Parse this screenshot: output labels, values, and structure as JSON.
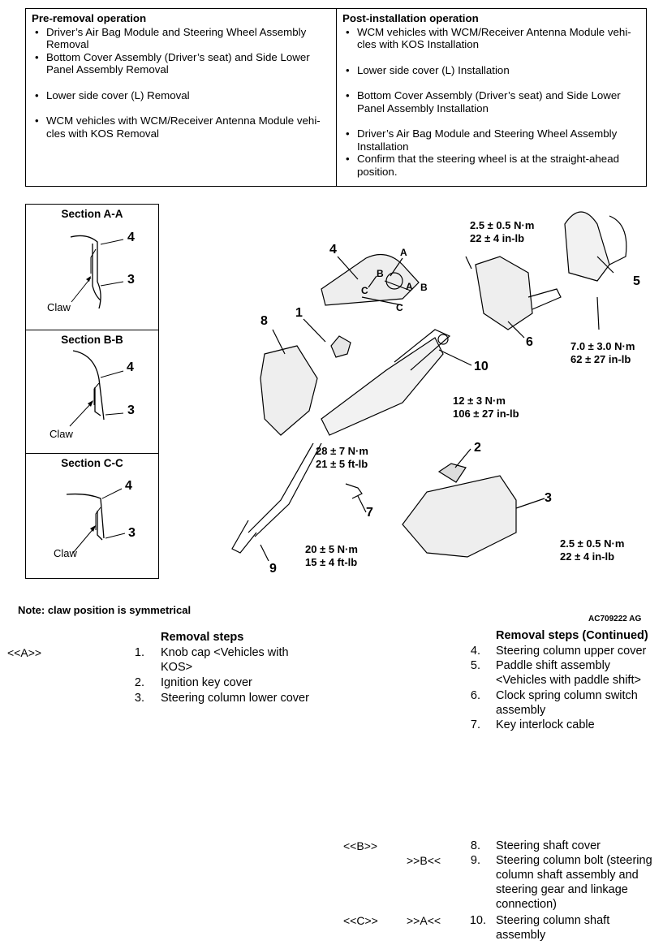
{
  "operations": {
    "pre_header": "Pre-removal operation",
    "pre_items": [
      "Driver’s Air Bag Module and Steering Wheel Assembly Removal",
      "Bottom Cover Assembly (Driver’s seat) and Side Lower Panel Assembly Removal",
      "Lower side cover (L) Removal",
      "WCM vehicles with WCM/Receiver Antenna Module vehi-cles with KOS Removal"
    ],
    "post_header": "Post-installation operation",
    "post_items": [
      "WCM vehicles with WCM/Receiver Antenna Module vehi-cles with KOS Installation",
      "Lower side cover (L) Installation",
      "Bottom Cover Assembly (Driver’s seat) and Side Lower Panel Assembly Installation",
      "Driver’s Air Bag Module and Steering Wheel Assembly Installation",
      "Confirm that the steering wheel is at the straight-ahead position."
    ]
  },
  "sections": [
    {
      "title": "Section A-A",
      "upper": "4",
      "lower": "3",
      "claw": "Claw"
    },
    {
      "title": "Section B-B",
      "upper": "4",
      "lower": "3",
      "claw": "Claw"
    },
    {
      "title": "Section C-C",
      "upper": "4",
      "lower": "3",
      "claw": "Claw"
    }
  ],
  "diagram": {
    "labels": [
      "1",
      "2",
      "3",
      "4",
      "5",
      "6",
      "7",
      "8",
      "9",
      "10"
    ],
    "arrows": [
      "A",
      "A",
      "B",
      "B",
      "C",
      "C"
    ],
    "torques": {
      "t1": [
        "2.5 ± 0.5 N·m",
        "22 ± 4 in-lb"
      ],
      "t2": [
        "7.0 ± 3.0 N·m",
        "62 ± 27 in-lb"
      ],
      "t3": [
        "12 ± 3 N·m",
        "106 ± 27 in-lb"
      ],
      "t4": [
        "28 ± 7 N·m",
        "21 ± 5 ft-lb"
      ],
      "t5": [
        "2.5 ± 0.5 N·m",
        "22 ± 4 in-lb"
      ],
      "t6": [
        "20 ± 5 N·m",
        "15 ± 4 ft-lb"
      ]
    }
  },
  "note": "Note: claw position is symmetrical",
  "figure_code": "AC709222 AG",
  "removal_left": {
    "title": "Removal steps",
    "mark": "<<A>>",
    "items": [
      {
        "n": "1.",
        "text": "Knob cap <Vehicles with",
        "text2": "KOS>"
      },
      {
        "n": "2.",
        "text": "Ignition key cover"
      },
      {
        "n": "3.",
        "text": "Steering column lower cover"
      }
    ]
  },
  "removal_right": {
    "title": "Removal steps (Continued)",
    "items": [
      {
        "n": "4.",
        "lines": [
          "Steering column upper cover"
        ]
      },
      {
        "n": "5.",
        "lines": [
          "Paddle shift assembly",
          "<Vehicles with paddle shift>"
        ]
      },
      {
        "n": "6.",
        "lines": [
          "Clock spring column switch",
          "assembly"
        ]
      },
      {
        "n": "7.",
        "lines": [
          "Key interlock cable"
        ]
      },
      {
        "n": "8.",
        "lines": [
          "Steering shaft cover"
        ],
        "m1": "<<B>>"
      },
      {
        "n": "9.",
        "lines": [
          "Steering column bolt (steering",
          "column shaft assembly and",
          "steering gear and linkage",
          "connection)"
        ],
        "m2": ">>B<<"
      },
      {
        "n": "10.",
        "lines": [
          "Steering column shaft",
          "assembly"
        ],
        "m1": "<<C>>",
        "m2": ">>A<<"
      }
    ]
  }
}
